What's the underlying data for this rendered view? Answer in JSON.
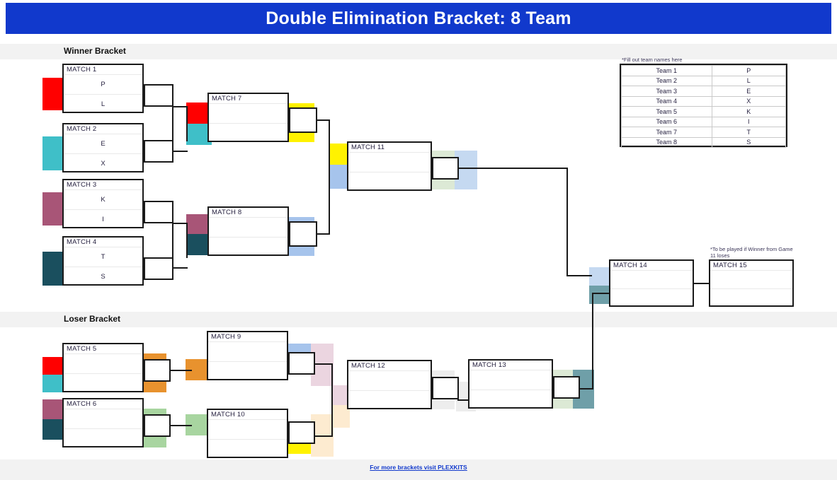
{
  "header": {
    "title": "Double Elimination Bracket: 8 Team"
  },
  "sections": {
    "winner": "Winner Bracket",
    "loser": "Loser Bracket"
  },
  "footer": {
    "link_text": "For more brackets visit PLEXKITS"
  },
  "team_table": {
    "note": "*Fill out team names here",
    "rows": [
      {
        "slot": "Team 1",
        "name": "P"
      },
      {
        "slot": "Team 2",
        "name": "L"
      },
      {
        "slot": "Team 3",
        "name": "E"
      },
      {
        "slot": "Team 4",
        "name": "X"
      },
      {
        "slot": "Team 5",
        "name": "K"
      },
      {
        "slot": "Team 6",
        "name": "I"
      },
      {
        "slot": "Team 7",
        "name": "T"
      },
      {
        "slot": "Team 8",
        "name": "S"
      }
    ]
  },
  "notes": {
    "match15": "*To be played if Winner from Game 11 loses"
  },
  "matches": {
    "m1": {
      "label": "MATCH 1",
      "top": "P",
      "bottom": "L"
    },
    "m2": {
      "label": "MATCH 2",
      "top": "E",
      "bottom": "X"
    },
    "m3": {
      "label": "MATCH 3",
      "top": "K",
      "bottom": "I"
    },
    "m4": {
      "label": "MATCH 4",
      "top": "T",
      "bottom": "S"
    },
    "m5": {
      "label": "MATCH 5",
      "top": "",
      "bottom": ""
    },
    "m6": {
      "label": "MATCH 6",
      "top": "",
      "bottom": ""
    },
    "m7": {
      "label": "MATCH 7",
      "top": "",
      "bottom": ""
    },
    "m8": {
      "label": "MATCH 8",
      "top": "",
      "bottom": ""
    },
    "m9": {
      "label": "MATCH 9",
      "top": "",
      "bottom": ""
    },
    "m10": {
      "label": "MATCH 10",
      "top": "",
      "bottom": ""
    },
    "m11": {
      "label": "MATCH 11",
      "top": "",
      "bottom": ""
    },
    "m12": {
      "label": "MATCH 12",
      "top": "",
      "bottom": ""
    },
    "m13": {
      "label": "MATCH 13",
      "top": "",
      "bottom": ""
    },
    "m14": {
      "label": "MATCH 14",
      "top": "",
      "bottom": ""
    },
    "m15": {
      "label": "MATCH 15",
      "top": "",
      "bottom": ""
    }
  },
  "colors": {
    "brand_blue": "#1139CC",
    "band_gray": "#F2F2F2",
    "line": "#1A1A1A",
    "team1_red": "#FF0000",
    "team2_cyan": "#3FBFC8",
    "team3_mauve": "#A85577",
    "team4_darkteal": "#1A4F5E",
    "w7_yellow": "#FFF200",
    "w8_blue": "#A6C4EC",
    "w11_green": "#DCE9D5",
    "w11_ltblue": "#C5D9F1",
    "l5_orange": "#E8922E",
    "l6_green": "#A8D5A0",
    "l9_pink": "#EBD5E0",
    "l10_peach": "#FDEBD0",
    "w12_gray": "#EDEDED",
    "w13_teal": "#6F9FA8"
  }
}
